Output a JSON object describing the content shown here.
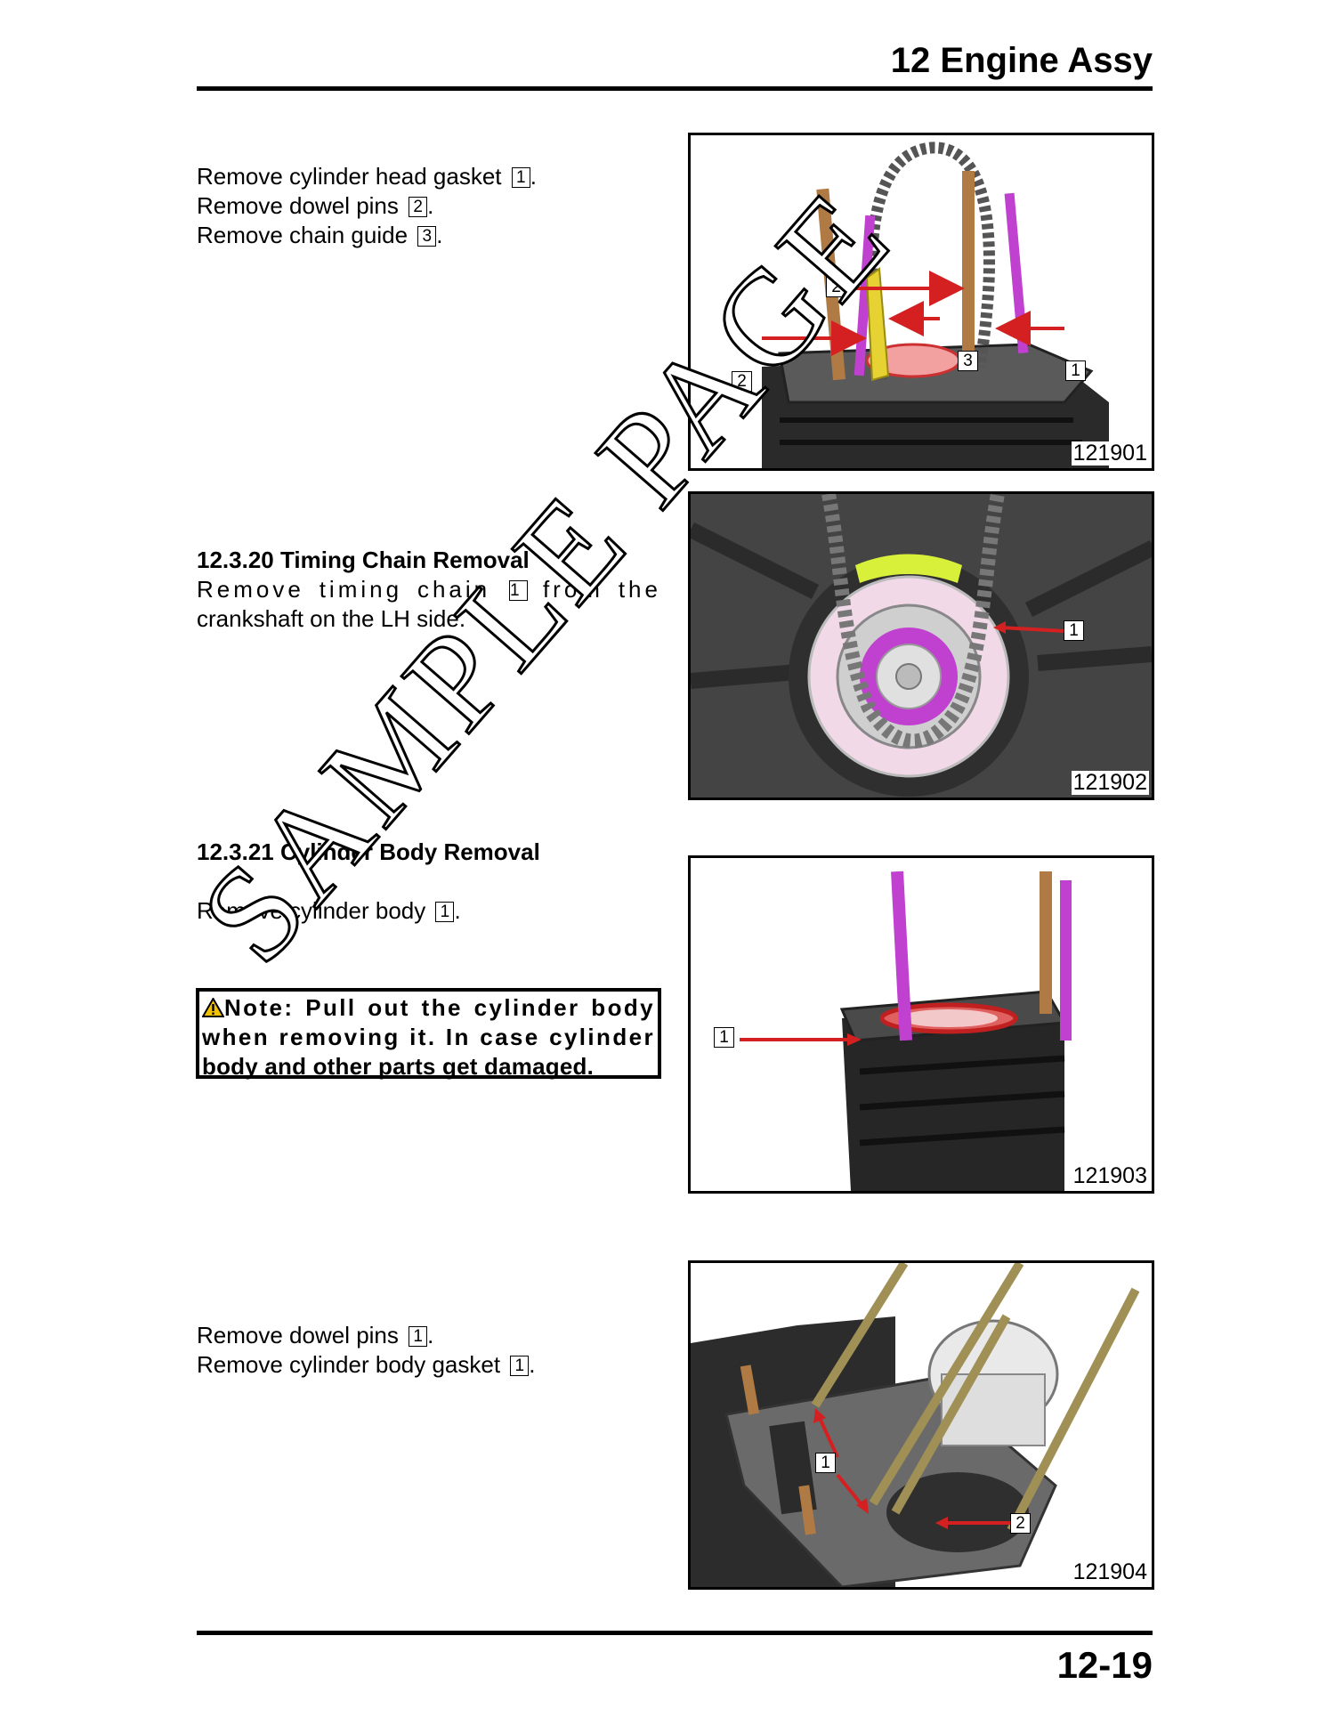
{
  "header": {
    "chapter_title": "12 Engine Assy"
  },
  "footer": {
    "page_number": "12-19"
  },
  "section_a": {
    "steps": [
      {
        "text": "Remove cylinder head gasket",
        "callout": "1",
        "end": "."
      },
      {
        "text": "Remove dowel pins",
        "callout": "2",
        "end": "."
      },
      {
        "text": "Remove chain guide",
        "callout": "3",
        "end": "."
      }
    ]
  },
  "section_b": {
    "heading": "12.3.20 Timing Chain Removal",
    "line1_pre": "Remove timing chain",
    "callout": "1",
    "line1_post": "from the",
    "line2": "crankshaft on the LH side."
  },
  "section_c": {
    "heading": "12.3.21 Cylinder Body Removal",
    "step": {
      "text": "Remove cylinder body",
      "callout": "1",
      "end": "."
    },
    "note_lines": [
      "Note: Pull out the cylinder body",
      "when removing it. In case cylinder",
      "body and other parts get damaged."
    ]
  },
  "section_d": {
    "steps": [
      {
        "text": "Remove dowel pins",
        "callout": "1",
        "end": "."
      },
      {
        "text": "Remove cylinder body gasket",
        "callout": "1",
        "end": "."
      }
    ]
  },
  "figures": [
    {
      "number": "121901",
      "labels": [
        "2",
        "3",
        "1",
        "2"
      ]
    },
    {
      "number": "121902",
      "labels": [
        "1"
      ]
    },
    {
      "number": "121903",
      "labels": [
        "1"
      ]
    },
    {
      "number": "121904",
      "labels": [
        "1",
        "2"
      ]
    }
  ],
  "watermark": "SAMPLE PAGE",
  "colors": {
    "text": "#000000",
    "arrow": "#d42020",
    "highlight_magenta": "#c040d0",
    "highlight_yellow": "#e6d232",
    "stud_bronze": "#b07a45"
  }
}
